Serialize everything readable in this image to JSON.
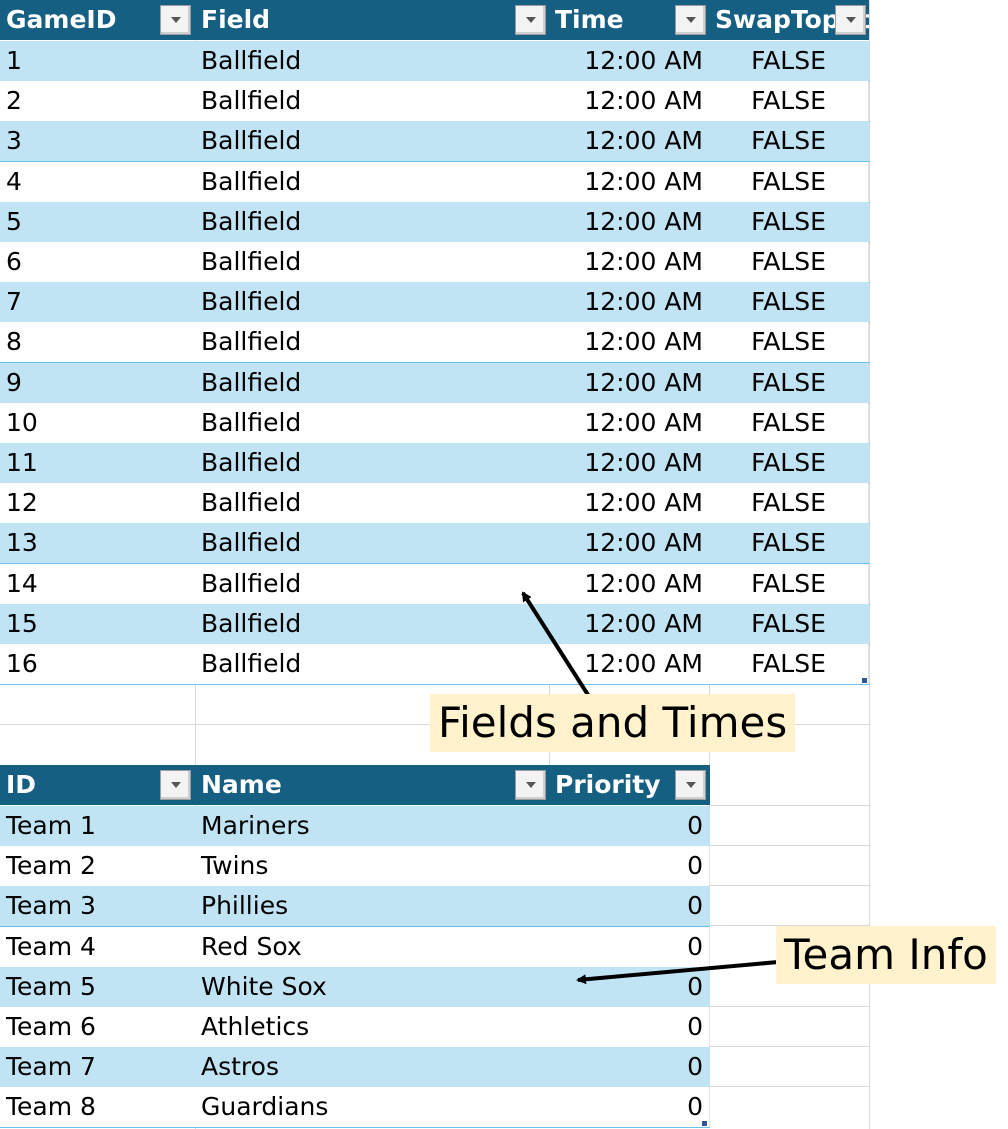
{
  "games_table": {
    "headers": [
      {
        "label": "GameID"
      },
      {
        "label": "Field"
      },
      {
        "label": "Time"
      },
      {
        "label": "SwapTopBottom"
      }
    ],
    "rows": [
      {
        "id": "1",
        "field": "Ballfield",
        "time": "12:00 AM",
        "swap": "FALSE"
      },
      {
        "id": "2",
        "field": "Ballfield",
        "time": "12:00 AM",
        "swap": "FALSE"
      },
      {
        "id": "3",
        "field": "Ballfield",
        "time": "12:00 AM",
        "swap": "FALSE"
      },
      {
        "id": "4",
        "field": "Ballfield",
        "time": "12:00 AM",
        "swap": "FALSE"
      },
      {
        "id": "5",
        "field": "Ballfield",
        "time": "12:00 AM",
        "swap": "FALSE"
      },
      {
        "id": "6",
        "field": "Ballfield",
        "time": "12:00 AM",
        "swap": "FALSE"
      },
      {
        "id": "7",
        "field": "Ballfield",
        "time": "12:00 AM",
        "swap": "FALSE"
      },
      {
        "id": "8",
        "field": "Ballfield",
        "time": "12:00 AM",
        "swap": "FALSE"
      },
      {
        "id": "9",
        "field": "Ballfield",
        "time": "12:00 AM",
        "swap": "FALSE"
      },
      {
        "id": "10",
        "field": "Ballfield",
        "time": "12:00 AM",
        "swap": "FALSE"
      },
      {
        "id": "11",
        "field": "Ballfield",
        "time": "12:00 AM",
        "swap": "FALSE"
      },
      {
        "id": "12",
        "field": "Ballfield",
        "time": "12:00 AM",
        "swap": "FALSE"
      },
      {
        "id": "13",
        "field": "Ballfield",
        "time": "12:00 AM",
        "swap": "FALSE"
      },
      {
        "id": "14",
        "field": "Ballfield",
        "time": "12:00 AM",
        "swap": "FALSE"
      },
      {
        "id": "15",
        "field": "Ballfield",
        "time": "12:00 AM",
        "swap": "FALSE"
      },
      {
        "id": "16",
        "field": "Ballfield",
        "time": "12:00 AM",
        "swap": "FALSE"
      }
    ]
  },
  "teams_table": {
    "headers": [
      {
        "label": "ID"
      },
      {
        "label": "Name"
      },
      {
        "label": "Priority"
      }
    ],
    "rows": [
      {
        "id": "Team 1",
        "name": "Mariners",
        "priority": "0"
      },
      {
        "id": "Team 2",
        "name": "Twins",
        "priority": "0"
      },
      {
        "id": "Team 3",
        "name": "Phillies",
        "priority": "0"
      },
      {
        "id": "Team 4",
        "name": "Red Sox",
        "priority": "0"
      },
      {
        "id": "Team 5",
        "name": "White Sox",
        "priority": "0"
      },
      {
        "id": "Team 6",
        "name": "Athletics",
        "priority": "0"
      },
      {
        "id": "Team 7",
        "name": "Astros",
        "priority": "0"
      },
      {
        "id": "Team 8",
        "name": "Guardians",
        "priority": "0"
      }
    ]
  },
  "callouts": {
    "fields_and_times": "Fields and Times",
    "team_info": "Team Info"
  },
  "colors": {
    "header_bg": "#155f83",
    "band_bg": "#c1e4f5",
    "callout_bg": "#fff2cc"
  }
}
